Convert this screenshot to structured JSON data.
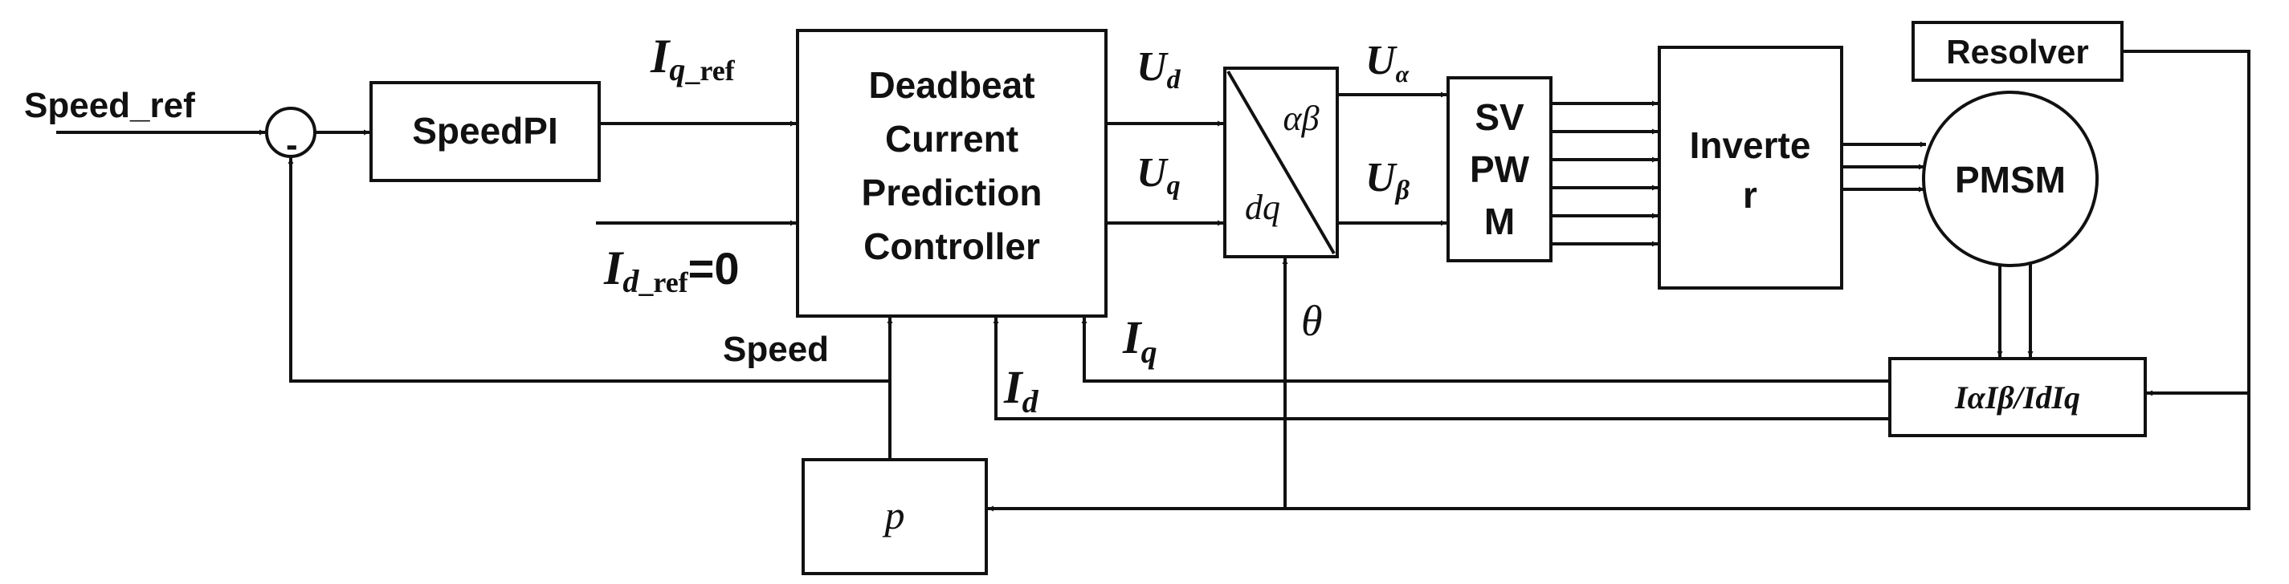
{
  "blocks": {
    "speed_pi": "SpeedPI",
    "controller": [
      "Deadbeat",
      "Current",
      "Prediction",
      "Controller"
    ],
    "transform_top": "αβ",
    "transform_bottom": "dq",
    "svpwm": [
      "SV",
      "PW",
      "M"
    ],
    "inverter": [
      "Inverte",
      "r"
    ],
    "motor": "PMSM",
    "resolver": "Resolver",
    "current_transform": "IαIβ/IdIq",
    "differentiator": "p"
  },
  "signals": {
    "speed_ref": "Speed_ref",
    "summing_minus": "-",
    "iq_ref": "Iq_ref",
    "id_ref": "Id_ref=0",
    "speed": "Speed",
    "ud": "Ud",
    "uq": "Uq",
    "ualpha": "Uα",
    "ubeta": "Uβ",
    "theta": "θ",
    "iq": "Iq",
    "id": "Id"
  }
}
